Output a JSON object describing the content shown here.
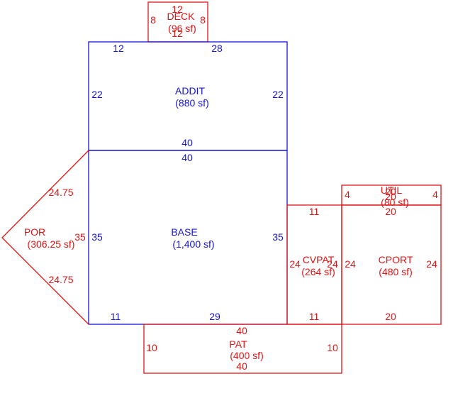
{
  "colors": {
    "blue": "#1414d2",
    "red": "#e01414",
    "background": "#ffffff"
  },
  "areas": [
    {
      "id": "deck",
      "color": "red",
      "name": "DECK",
      "size": "(96 sf)",
      "dims": {
        "top": "12",
        "bottom": "12",
        "left": "8",
        "right": "8"
      }
    },
    {
      "id": "addit",
      "color": "blue",
      "name": "ADDIT",
      "size": "(880 sf)",
      "dims": {
        "top_left": "12",
        "top_right": "28",
        "left": "22",
        "right": "22",
        "bottom": "40"
      }
    },
    {
      "id": "base",
      "color": "blue",
      "name": "BASE",
      "size": "(1,400 sf)",
      "dims": {
        "top": "40",
        "left": "35",
        "right": "35",
        "bottom_left": "11",
        "bottom_right": "29"
      }
    },
    {
      "id": "por",
      "color": "red",
      "name": "POR",
      "size": "(306.25 sf)",
      "dims": {
        "upper": "24.75",
        "lower": "24.75",
        "side": "35"
      }
    },
    {
      "id": "cvpat",
      "color": "red",
      "name": "CVPAT",
      "size": "(264 sf)",
      "dims": {
        "top": "11",
        "bottom": "11",
        "left": "24",
        "right": "24"
      }
    },
    {
      "id": "cport",
      "color": "red",
      "name": "CPORT",
      "size": "(480 sf)",
      "dims": {
        "top": "20",
        "bottom": "20",
        "left": "24",
        "right": "24"
      }
    },
    {
      "id": "util",
      "color": "red",
      "name": "UTIL",
      "size": "(80 sf)",
      "dims": {
        "top": "20",
        "bottom": "20",
        "left": "4",
        "right": "4"
      }
    },
    {
      "id": "pat",
      "color": "red",
      "name": "PAT",
      "size": "(400 sf)",
      "dims": {
        "top": "40",
        "bottom": "40",
        "left": "10",
        "right": "10"
      }
    }
  ]
}
